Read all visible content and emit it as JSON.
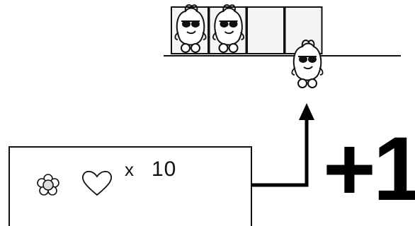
{
  "slots": {
    "count": 4,
    "filled": [
      true,
      true,
      false,
      false
    ]
  },
  "new_character": "ghost-character",
  "cost": {
    "icons": [
      "flower-icon",
      "heart-icon"
    ],
    "multiplier_symbol": "x",
    "amount": "10"
  },
  "result_label": "+1",
  "colors": {
    "ink": "#111111",
    "slot_fill": "#f4f4f4",
    "background": "#ffffff"
  }
}
